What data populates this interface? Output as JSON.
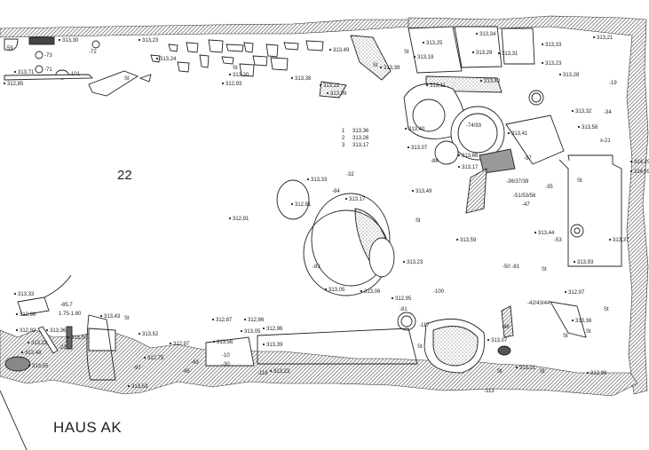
{
  "plan": {
    "house_title": "HAUS AK",
    "room_number": "22",
    "legend": [
      {
        "num": "1",
        "value": "313,36"
      },
      {
        "num": "2",
        "value": "313,26"
      },
      {
        "num": "3",
        "value": "313,17"
      }
    ],
    "elevations": [
      "313,30",
      "313,23",
      "313,24",
      "313,20",
      "312,93",
      "313,38",
      "313,49",
      "313,22",
      "313,09",
      "313,39",
      "313,25",
      "313,19",
      "313,34",
      "313,29",
      "313,31",
      "313,33",
      "313,23",
      "313,21",
      "313,28",
      "313,42",
      "313,11",
      "313,40",
      "313,07",
      "313,17",
      "313,66",
      "313,41",
      "313,32",
      "313,58",
      "314,29",
      "314,09",
      "312,91",
      "312,81",
      "313,17",
      "313,49",
      "313,59",
      "313,23",
      "313,05",
      "313,06",
      "312,95",
      "313,07",
      "313,21",
      "312,98",
      "313,93",
      "312,97",
      "313,36",
      "313,44",
      "313,37",
      "312,87",
      "312,86",
      "313,05",
      "313,39",
      "313,23",
      "313,56",
      "312,97",
      "313,43",
      "313,52",
      "313,53",
      "312,75",
      "313,33",
      "312,98",
      "312,92",
      "313,22",
      "313,48",
      "313,55",
      "313,36",
      "313,50",
      "313,71",
      "312,85",
      "313,33",
      "312,96"
    ],
    "finds": [
      "-59",
      "-73",
      "-72",
      "-71",
      "-101",
      "-85,7",
      "1.75-1.80",
      "-22",
      "-113",
      "-100",
      "-81",
      "-117",
      "-50 -81",
      "-42/43/44",
      "-48",
      "-47",
      "-53",
      "-34",
      "-19",
      "x-21",
      "-32",
      "-84",
      "-88",
      "-74/93",
      "-36/37/39",
      "-51/53/56",
      "-57",
      "-35",
      "-30",
      "-10",
      "-45",
      "-43",
      "-97",
      "-118",
      "-83"
    ],
    "stone_abbrev": "St"
  }
}
